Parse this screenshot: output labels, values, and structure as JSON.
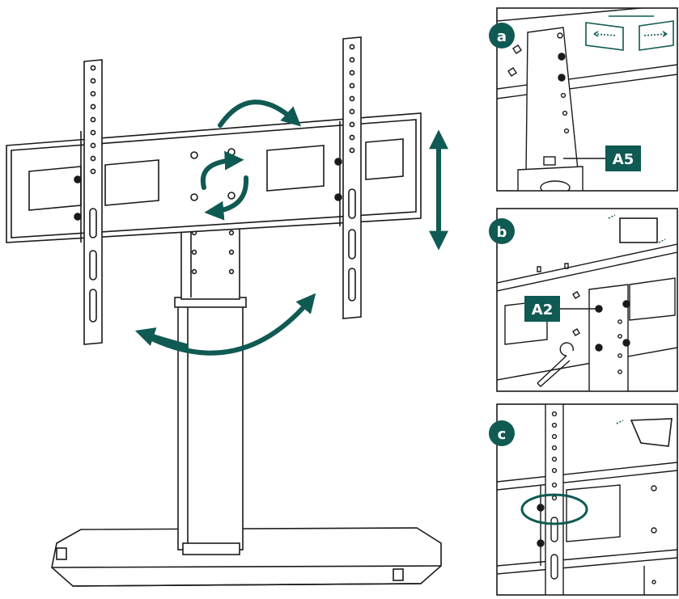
{
  "colors": {
    "accent": "#0f5a52",
    "line": "#1a1a1a",
    "background": "#ffffff",
    "label_text": "#ffffff"
  },
  "main_figure": {
    "arrows": [
      "rotate-tilt-arrow",
      "rotate-circular-arrows",
      "height-adjust-arrow",
      "swivel-arrow"
    ]
  },
  "panels": {
    "a": {
      "letter": "a",
      "part_label": "A5"
    },
    "b": {
      "letter": "b",
      "part_label": "A2"
    },
    "c": {
      "letter": "c"
    }
  }
}
